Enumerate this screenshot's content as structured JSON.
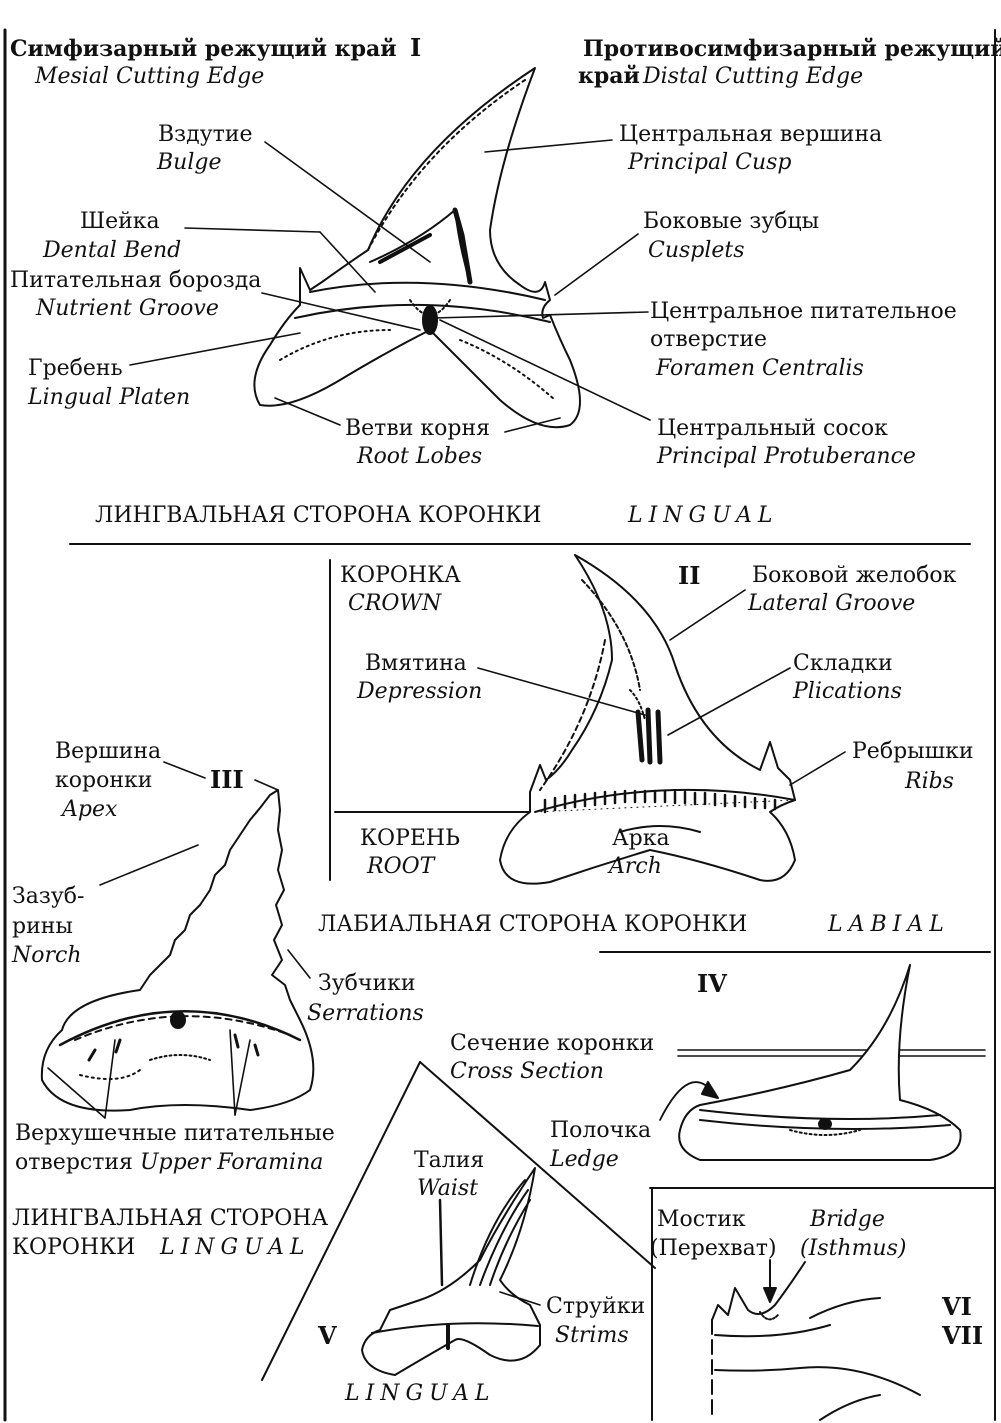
{
  "panel1": {
    "number": "I",
    "mesial_ru": "Симфизарный режущий  край",
    "mesial_en": "Mesial Cutting Edge",
    "distal_ru": "Противосимфизарный режущий",
    "distal_ru2": "край",
    "distal_en": "Distal Cutting Edge",
    "bulge_ru": "Вздутие",
    "bulge_en": "Bulge",
    "principal_cusp_ru": "Центральная вершина",
    "principal_cusp_en": "Principal Cusp",
    "dental_bend_ru": "Шейка",
    "dental_bend_en": "Dental Bend",
    "cusplets_ru": "Боковые зубцы",
    "cusplets_en": "Cusplets",
    "nutrient_groove_ru": "Питательная борозда",
    "nutrient_groove_en": "Nutrient Groove",
    "foramen_ru1": "Центральное питательное",
    "foramen_ru2": "отверстие",
    "foramen_en": "Foramen Centralis",
    "lingual_platen_ru": "Гребень",
    "lingual_platen_en": "Lingual Platen",
    "root_lobes_ru": "Ветви корня",
    "root_lobes_en": "Root Lobes",
    "protuberance_ru": "Центральный сосок",
    "protuberance_en": "Principal Protuberance",
    "caption_ru": "ЛИНГВАЛЬНАЯ СТОРОНА КОРОНКИ",
    "caption_en": "LINGUAL"
  },
  "panel2": {
    "number": "II",
    "crown_ru": "КОРОНКА",
    "crown_en": "CROWN",
    "root_ru": "КОРЕНЬ",
    "root_en": "ROOT",
    "lateral_groove_ru": "Боковой желобок",
    "lateral_groove_en": "Lateral Groove",
    "depression_ru": "Вмятина",
    "depression_en": "Depression",
    "plications_ru": "Складки",
    "plications_en": "Plications",
    "ribs_ru": "Ребрышки",
    "ribs_en": "Ribs",
    "arch_ru": "Арка",
    "arch_en": "Arch",
    "caption_ru": "ЛАБИАЛЬНАЯ СТОРОНА КОРОНКИ",
    "caption_en": "LABIAL"
  },
  "panel3": {
    "number": "III",
    "apex_ru1": "Вершина",
    "apex_ru2": "коронки",
    "apex_en": "Apex",
    "notch_ru1": "Зазуб-",
    "notch_ru2": "рины",
    "notch_en": "Norch",
    "serrations_ru": "Зубчики",
    "serrations_en": "Serrations",
    "foramina_ru1": "Верхушечные питательные",
    "foramina_ru2": "отверстия",
    "foramina_en": "Upper Foramina",
    "caption_ru1": "ЛИНГВАЛЬНАЯ СТОРОНА",
    "caption_ru2": "КОРОНКИ",
    "caption_en": "LINGUAL"
  },
  "panel4": {
    "number": "IV",
    "cross_section_ru": "Сечение коронки",
    "cross_section_en": "Cross Section",
    "ledge_ru": "Полочка",
    "ledge_en": "Ledge"
  },
  "panel5": {
    "number": "V",
    "waist_ru": "Талия",
    "waist_en": "Waist",
    "strims_ru": "Струйки",
    "strims_en": "Strims",
    "caption_en": "LINGUAL"
  },
  "panel67": {
    "number_vi": "VI",
    "number_vii": "VII",
    "bridge_ru1": "Мостик",
    "bridge_ru2": "(Перехват)",
    "bridge_en1": "Bridge",
    "bridge_en2": "(Isthmus)"
  }
}
